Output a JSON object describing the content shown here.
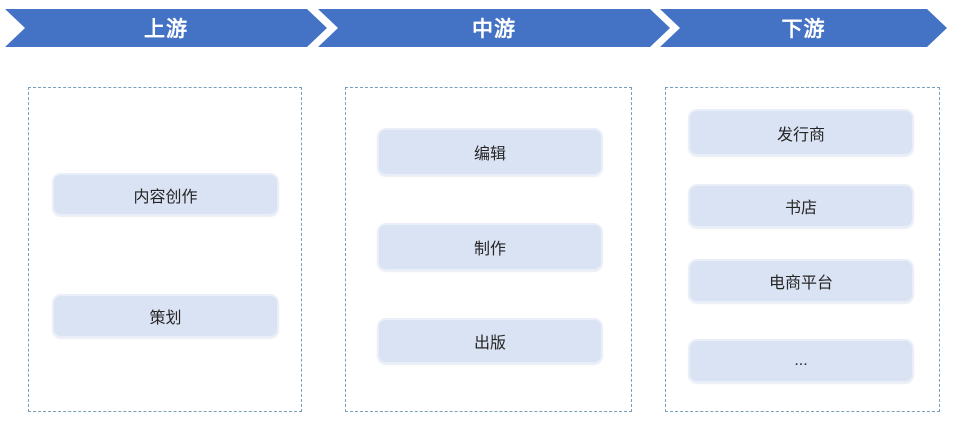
{
  "diagram": {
    "type": "industry-chain-flow",
    "stages": [
      {
        "label": "上游"
      },
      {
        "label": "中游"
      },
      {
        "label": "下游"
      }
    ]
  },
  "columns": [
    {
      "stage": "上游",
      "items": [
        "内容创作",
        "策划"
      ]
    },
    {
      "stage": "中游",
      "items": [
        "编辑",
        "制作",
        "出版"
      ]
    },
    {
      "stage": "下游",
      "items": [
        "发行商",
        "书店",
        "电商平台",
        "..."
      ]
    }
  ],
  "colors": {
    "chevron_fill": "#4472C4",
    "chevron_text": "#FFFFFF",
    "box_fill": "#DAE3F3",
    "box_border": "#E9EEF8",
    "container_border": "#78A0BD",
    "text": "#262626",
    "bg": "#FFFFFF"
  }
}
